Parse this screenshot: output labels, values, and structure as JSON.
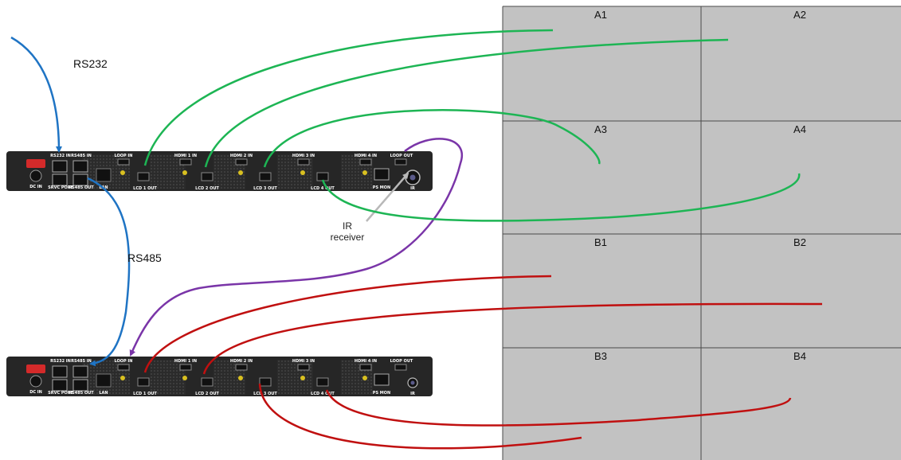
{
  "colors": {
    "rs232": "#1f74c4",
    "rs485": "#1f74c4",
    "video_top": "#1db554",
    "video_bottom": "#c01010",
    "ir_link": "#7a35a8",
    "ir_pointer": "#b8b8b8",
    "screen_fill": "#c2c2c2",
    "screen_border": "#4a4a4a",
    "chassis": "#262626",
    "power_switch": "#d42a2a"
  },
  "labels": {
    "rs232": "RS232",
    "rs485": "RS485",
    "ir_line1": "IR",
    "ir_line2": "receiver"
  },
  "video_wall": {
    "top_screens": [
      "A1",
      "A2",
      "A3",
      "A4"
    ],
    "bottom_screens": [
      "B1",
      "B2",
      "B3",
      "B4"
    ]
  },
  "controller": {
    "ports": [
      "DC IN",
      "RS232 IN",
      "SRVC PORT",
      "RS485 IN",
      "RS485 OUT",
      "LAN",
      "LOOP IN",
      "LCD 1 OUT",
      "HDMI 1 IN",
      "LCD 2 OUT",
      "HDMI 2 IN",
      "LCD 3 OUT",
      "HDMI 3 IN",
      "LCD 4 OUT",
      "HDMI 4 IN",
      "PS MON",
      "LOOP OUT",
      "IR"
    ]
  },
  "icons": {
    "power": "power-switch-icon",
    "dc": "dc-jack-icon",
    "rj45": "rj45-port-icon",
    "hdmi": "hdmi-port-icon",
    "ir": "ir-sensor-icon"
  }
}
